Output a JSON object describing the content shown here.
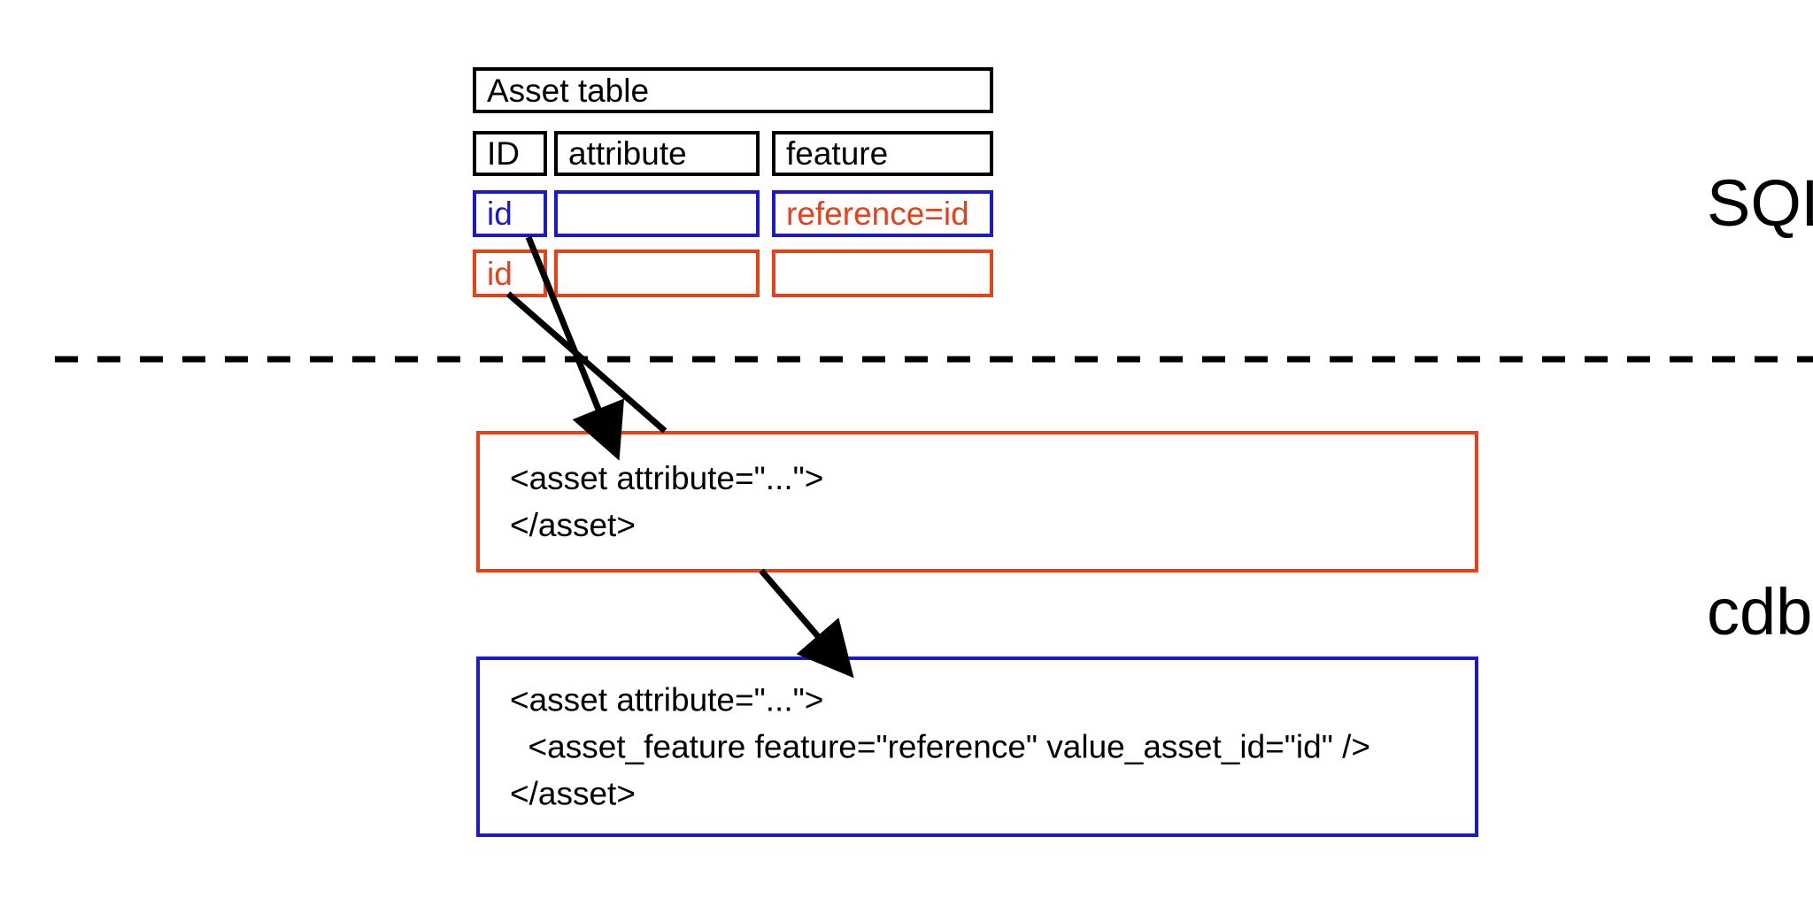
{
  "diagram": {
    "title_caption": "",
    "colors": {
      "black": "#000000",
      "blue": "#1a1ac8",
      "red": "#e8411a",
      "background": "#ffffff"
    },
    "side_labels": [
      {
        "id": "sql",
        "text": "SQL"
      },
      {
        "id": "cdb",
        "text": "cdb"
      }
    ],
    "separator": {
      "style": "dashed",
      "color": "#000000"
    }
  },
  "table": {
    "title": "Asset table",
    "columns": [
      "ID",
      "attribute",
      "feature"
    ],
    "rows": [
      {
        "id": "row-blue",
        "color": "blue",
        "cells": [
          {
            "text": "id",
            "color": "blue"
          },
          {
            "text": "",
            "color": "blue"
          },
          {
            "text": "reference=id",
            "color": "red"
          }
        ]
      },
      {
        "id": "row-red",
        "color": "red",
        "cells": [
          {
            "text": "id",
            "color": "red"
          },
          {
            "text": "",
            "color": "red"
          },
          {
            "text": "",
            "color": "red"
          }
        ]
      }
    ]
  },
  "code_blocks": [
    {
      "id": "red-asset-block",
      "color": "red",
      "lines": [
        "<asset attribute=\"...\">",
        "</asset>"
      ]
    },
    {
      "id": "blue-asset-block",
      "color": "blue",
      "lines": [
        "<asset attribute=\"...\">",
        "  <asset_feature feature=\"reference\" value_asset_id=\"id\" />",
        "</asset>"
      ]
    }
  ],
  "arrows": [
    {
      "id": "arrow-blue-id-to-red-block",
      "from": "table.row-blue.cell-id",
      "to": "red-asset-block"
    },
    {
      "id": "arrow-red-id-to-red-block",
      "from": "table.row-red.cell-id",
      "to": "red-asset-block"
    },
    {
      "id": "arrow-red-block-to-blue-block",
      "from": "red-asset-block",
      "to": "blue-asset-block"
    }
  ]
}
